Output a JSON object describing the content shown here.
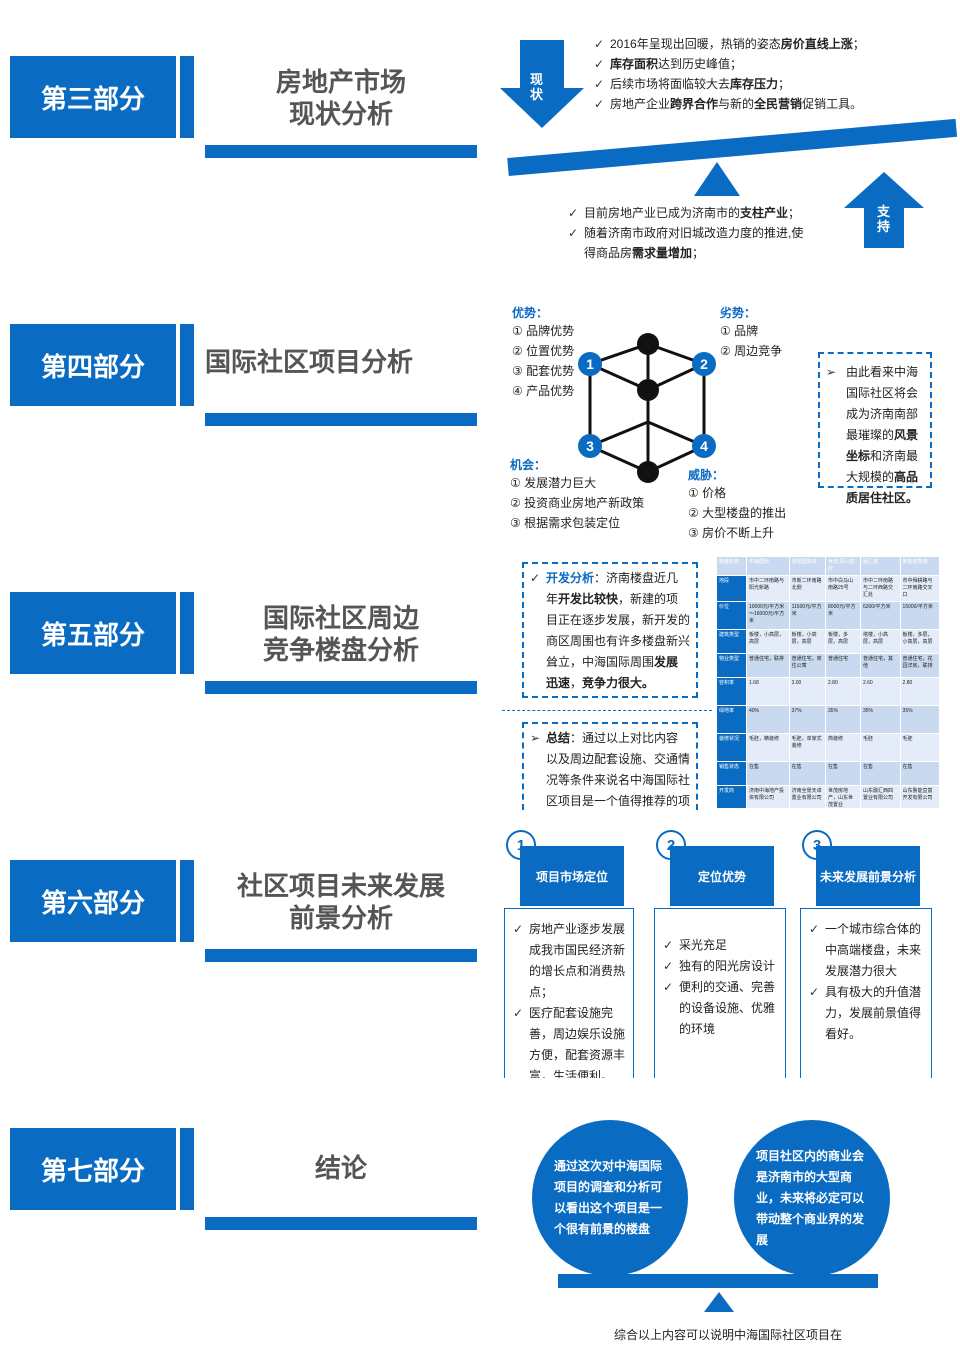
{
  "sections": [
    {
      "label": "第三部分",
      "title_lines": [
        "房地产市场",
        "现状分析"
      ]
    },
    {
      "label": "第四部分",
      "title_lines": [
        "国际社区项目分析"
      ]
    },
    {
      "label": "第五部分",
      "title_lines": [
        "国际社区周边",
        "竞争楼盘分析"
      ]
    },
    {
      "label": "第六部分",
      "title_lines": [
        "社区项目未来发展",
        "前景分析"
      ]
    },
    {
      "label": "第七部分",
      "title_lines": [
        "结论"
      ]
    }
  ],
  "s3": {
    "arrow_down_label": "现\n状",
    "arrow_up_label": "支\n持",
    "top_bullets": [
      {
        "pre": "2016年呈现出回暖，热销的姿态",
        "bold": "房价直线上涨",
        "post": "；"
      },
      {
        "pre": "",
        "bold": "库存面积",
        "post": "达到历史峰值；"
      },
      {
        "pre": "后续市场将面临较大去",
        "bold": "库存压力",
        "post": "；"
      },
      {
        "pre": "房地产企业",
        "bold": "跨界合作",
        "post": "与新的",
        "bold2": "全民营销",
        "post2": "促销工具。"
      }
    ],
    "bottom_bullets": [
      {
        "pre": "目前房地产业已成为济南市的",
        "bold": "支柱产业",
        "post": "；"
      },
      {
        "pre": "随着济南市政府对旧城改造力度的推进,使得商品房",
        "bold": "需求量增加",
        "post": "；"
      }
    ]
  },
  "s4": {
    "strengths_title": "优势：",
    "strengths": [
      "① 品牌优势",
      "② 位置优势",
      "③ 配套优势",
      "④ 产品优势"
    ],
    "weaknesses_title": "劣势：",
    "weaknesses": [
      "① 品牌",
      "② 周边竞争"
    ],
    "opportunities_title": "机会：",
    "opportunities": [
      "① 发展潜力巨大",
      "② 投资商业房地产新政策",
      "③ 根据需求包装定位"
    ],
    "threats_title": "威胁：",
    "threats": [
      "① 价格",
      "② 大型楼盘的推出",
      "③ 房价不断上升"
    ],
    "node_numbers": [
      "1",
      "2",
      "3",
      "4"
    ],
    "note_pre": "由此看来中海国际社区将会成为济南南部最璀璨的",
    "note_bold1": "风景坐标",
    "note_mid": "和济南最大规模的",
    "note_bold2": "高品质居住社区。"
  },
  "s5": {
    "dev_title": "开发分析",
    "dev_pre": "：济南楼盘近几年",
    "dev_bold1": "开发比较快",
    "dev_mid": "，新建的项目正在逐步发展，新开发的商区周围也有许多楼盘新兴耸立，中海国际周围",
    "dev_bold2": "发展迅速",
    "dev_mid2": "，",
    "dev_bold3": "竞争力很大。",
    "sum_title": "总结",
    "sum_text": "：通过以上对比内容以及周边配套设施、交通情况等条件来说名中海国际社区项目是一个值得推荐的项目。",
    "table_header": [
      "楼盘名称",
      "中海国际",
      "绿地国际城",
      "世茂.原山首府",
      "融汇城",
      "鲁能领秀城"
    ],
    "table_rows": [
      [
        "地段",
        "市中二环南路与阳光新路",
        "市新二环南路北侧",
        "市中白马山南路25号",
        "市中二环南路与二环西路交汇处",
        "市中舜耕路与二环南路交叉口"
      ],
      [
        "价位",
        "10000元/平方米～16000元/平方米",
        "11500元/平方米",
        "8000元/平方米",
        "6200/平方米",
        "15000/平方米"
      ],
      [
        "建筑类型",
        "板楼，小高层，高层",
        "板楼，小高层，高层",
        "板楼，多层，高层",
        "塔楼，小高层，高层",
        "板楼，多层，小高层，高层"
      ],
      [
        "物业类型",
        "普通住宅，联排",
        "普通住宅，商住公寓",
        "普通住宅",
        "普通住宅，其他",
        "普通住宅，花园洋房，联排"
      ],
      [
        "容积率",
        "1.68",
        "3.00",
        "2.80",
        "2.60",
        "2.80"
      ],
      [
        "绿地率",
        "40%",
        "37%",
        "35%",
        "35%",
        "35%"
      ],
      [
        "装修状况",
        "毛胚，精装修",
        "毛胚，单家式装修",
        "简装修",
        "毛胚",
        "毛胚"
      ],
      [
        "销售状态",
        "在售",
        "在售",
        "在售",
        "在售",
        "在售"
      ],
      [
        "开发商",
        "济南中海地产投资有限公司",
        "济南全景天卓置业有限公司",
        "世茂房地产，山东世茂置业",
        "山东融汇西四置业有限公司",
        "山东鲁能亘富开发有限公司"
      ]
    ]
  },
  "s6": {
    "cards": [
      {
        "num": "1",
        "title": "项目市场定位",
        "bullets": [
          "房地产业逐步发展成我市国民经济新的增长点和消费热点；",
          "医疗配套设施完善，周边娱乐设施方便，配套资源丰富，生活便利。"
        ]
      },
      {
        "num": "2",
        "title": "定位优势",
        "bullets": [
          "采光充足",
          "独有的阳光房设计",
          "便利的交通、完善的设备设施、优雅的环境"
        ]
      },
      {
        "num": "3",
        "title": "未来发展前景分析",
        "bullets": [
          "一个城市综合体的中高端楼盘，未来发展潜力很大",
          "具有极大的升值潜力，发展前景值得看好。"
        ]
      }
    ]
  },
  "s7": {
    "left_circle": "通过这次对中海国际项目的调查和分析可以看出这个项目是一个很有前景的楼盘",
    "right_circle": "项目社区内的商业会是济南市的大型商业，未来将必定可以带动整个商业界的发展",
    "bottom_text": "综合以上内容可以说明中海国际社区项目在"
  },
  "colors": {
    "accent": "#0a6bc2",
    "title_gray": "#555555"
  }
}
